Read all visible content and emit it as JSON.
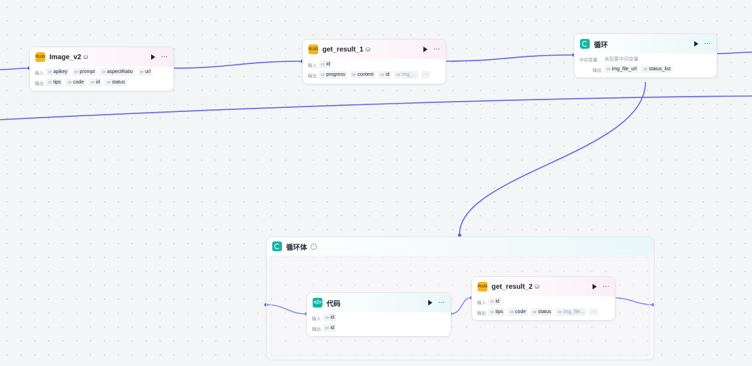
{
  "labels": {
    "input": "输入",
    "output": "输出",
    "intermediate": "中间变量",
    "more": "···",
    "type_prefix": "str"
  },
  "colors": {
    "edge": "#6166e6",
    "plugin_icon": "#f7b41c",
    "loop_icon": "#11b6a4"
  },
  "nodes": {
    "image_v2": {
      "title": "Image_v2",
      "icon_text": "PLUG",
      "inputs": [
        "apikey",
        "prompt",
        "aspectRatio",
        "url"
      ],
      "outputs": [
        "tips",
        "code",
        "id",
        "status"
      ]
    },
    "get_result_1": {
      "title": "get_result_1",
      "icon_text": "PLUG",
      "inputs": [
        "id"
      ],
      "outputs": [
        "progress",
        "content",
        "id",
        "img_..."
      ]
    },
    "loop": {
      "title": "循环",
      "intermediate_hint": "未配置中间变量",
      "outputs": [
        "img_file_url",
        "status_list"
      ]
    },
    "loop_body": {
      "title": "循环体"
    },
    "code": {
      "title": "代码",
      "icon_text": "</>",
      "inputs": [
        "id"
      ],
      "outputs": [
        "id"
      ]
    },
    "get_result_2": {
      "title": "get_result_2",
      "icon_text": "PLUG",
      "inputs": [
        "id"
      ],
      "outputs": [
        "tips",
        "code",
        "status",
        "img_file..."
      ]
    }
  }
}
